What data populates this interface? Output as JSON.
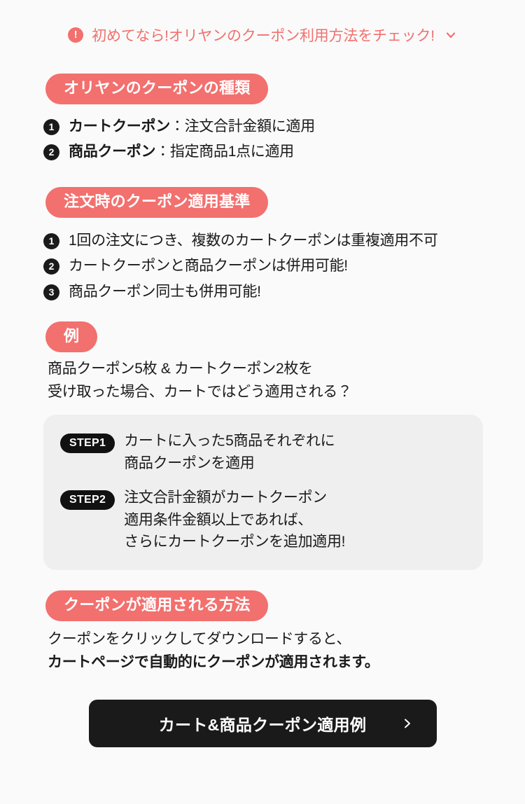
{
  "notice": {
    "icon": "exclamation-circle-icon",
    "text": "初めてなら!オリヤンのクーポン利用方法をチェック!",
    "chevron": "chevron-down-icon",
    "accent_color": "#F2706E"
  },
  "sections": {
    "coupon_types": {
      "heading": "オリヤンのクーポンの種類",
      "items": [
        {
          "num": "❶",
          "text": "カートクーポン：注文合計金額に適用"
        },
        {
          "num": "❷",
          "text": "商品クーポン：指定商品1点に適用"
        }
      ]
    },
    "apply_rules": {
      "heading": "注文時のクーポン適用基準",
      "items": [
        {
          "num": "❶",
          "text": "1回の注文につき、複数のカートクーポンは重複適用不可"
        },
        {
          "num": "❷",
          "text": "カートクーポンと商品クーポンは併用可能!"
        },
        {
          "num": "❸",
          "text": "商品クーポン同士も併用可能!"
        }
      ]
    },
    "example": {
      "heading": "例",
      "line1": "商品クーポン5枚 & カートクーポン2枚を",
      "line2": "受け取った場合、カートではどう適用される？",
      "steps": [
        {
          "badge": "STEP1",
          "lines": [
            "カートに入った5商品それぞれに",
            "商品クーポンを適用"
          ]
        },
        {
          "badge": "STEP2",
          "lines": [
            "注文合計金額がカートクーポン",
            "適用条件金額以上であれば、",
            "さらにカートクーポンを追加適用!"
          ]
        }
      ]
    },
    "how_applied": {
      "heading": "クーポンが適用される方法",
      "line1": "クーポンをクリックしてダウンロードすると、",
      "line2": "カートページで自動的にクーポンが適用されます。"
    }
  },
  "cta": {
    "label": "カート&商品クーポン適用例",
    "chevron": "chevron-right-icon",
    "background_color": "#1A1A1A"
  },
  "theme": {
    "page_background": "#FAFAFA",
    "pill_color": "#F2706E",
    "steps_card_background": "#EFEFEF",
    "text_color": "#1A1A1A"
  }
}
